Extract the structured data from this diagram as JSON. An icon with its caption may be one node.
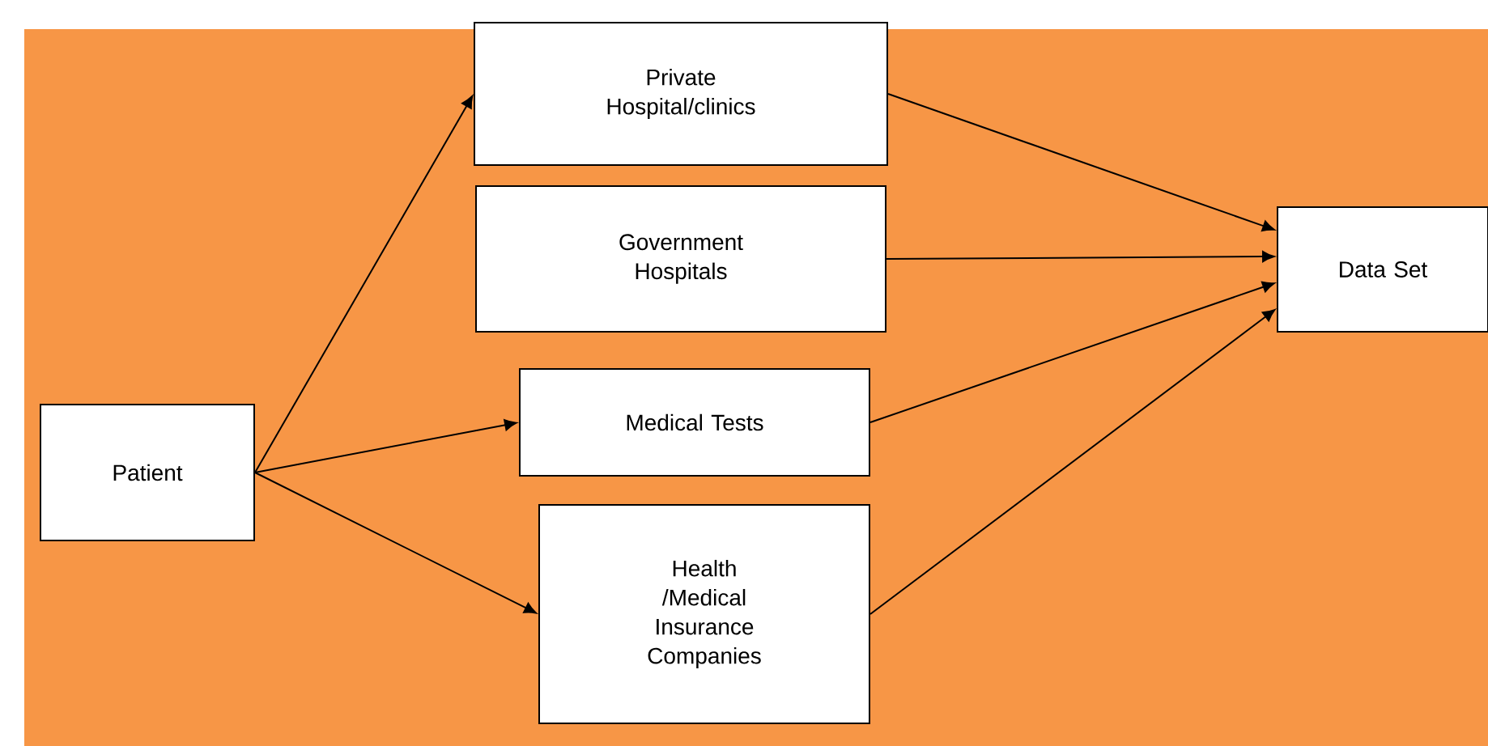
{
  "diagram": {
    "nodes": [
      {
        "text": [
          "Patient"
        ]
      },
      {
        "text": [
          "Private Hospital/clinics"
        ]
      },
      {
        "text": [
          "Government Hospitals"
        ]
      },
      {
        "text": [
          "Medical Tests"
        ]
      },
      {
        "text": [
          "Health /Medical Insurance Companies"
        ]
      },
      {
        "text": [
          "Data Set"
        ]
      }
    ],
    "edges": [
      {
        "from": 0,
        "to": 1,
        "arrow": "to"
      },
      {
        "from": 0,
        "to": 3,
        "arrow": "to"
      },
      {
        "from": 0,
        "to": 4,
        "arrow": "to"
      },
      {
        "from": 1,
        "to": 5,
        "arrow": "to"
      },
      {
        "from": 2,
        "to": 5,
        "arrow": "to"
      },
      {
        "from": 3,
        "to": 5,
        "arrow": "to"
      },
      {
        "from": 4,
        "to": 5,
        "arrow": "to"
      }
    ]
  }
}
